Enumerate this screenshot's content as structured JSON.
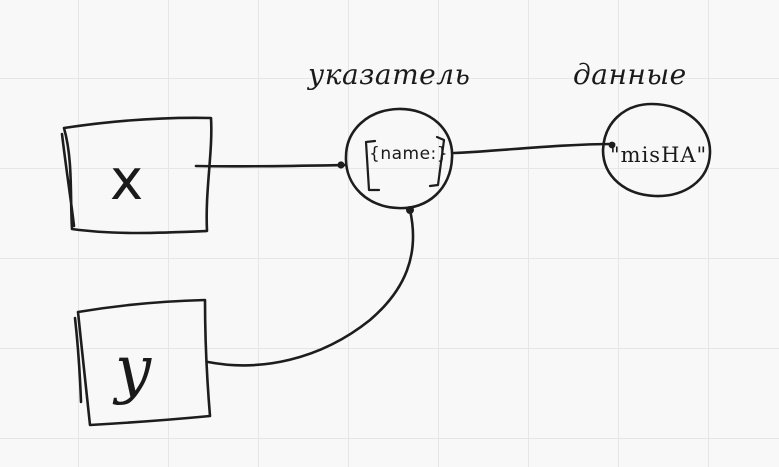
{
  "labels": {
    "pointer_heading": "указатель",
    "data_heading": "данные"
  },
  "variables": [
    {
      "name": "x"
    },
    {
      "name": "y"
    }
  ],
  "nodes": {
    "pointer": "{name:}",
    "data": "\"misHA\""
  }
}
